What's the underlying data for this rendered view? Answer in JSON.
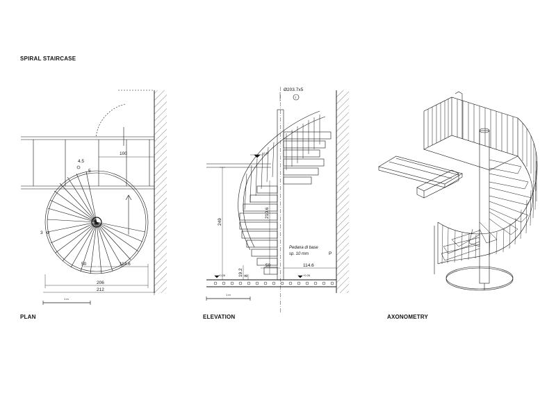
{
  "title": "SPIRAL STAIRCASE",
  "captions": {
    "plan": "PLAN",
    "elevation": "ELEVATION",
    "axonometry": "AXONOMETRY"
  },
  "plan": {
    "dim_100": "100",
    "dim_4_5": "4.5",
    "dim_5": "5",
    "dim_3": "3",
    "dim_50": "50",
    "dim_114_6": "114.6",
    "dim_206": "206",
    "dim_212": "212",
    "scale_label": "1 m"
  },
  "elevation": {
    "diameter": "Ø203.7x5",
    "t_mark": "T",
    "dim_249": "249",
    "dim_210_6": "210.6",
    "dim_19_2": "19.2",
    "dim_8": "8",
    "dim_50": "50",
    "dim_114_6": "114.6",
    "note_line1": "Pedana di base",
    "note_line2": "sp. 10 mm",
    "note_p": "P",
    "level_top": "+2.57",
    "level_left": "+0.26",
    "level_right": "+0.26",
    "scale_label": "1 m"
  }
}
